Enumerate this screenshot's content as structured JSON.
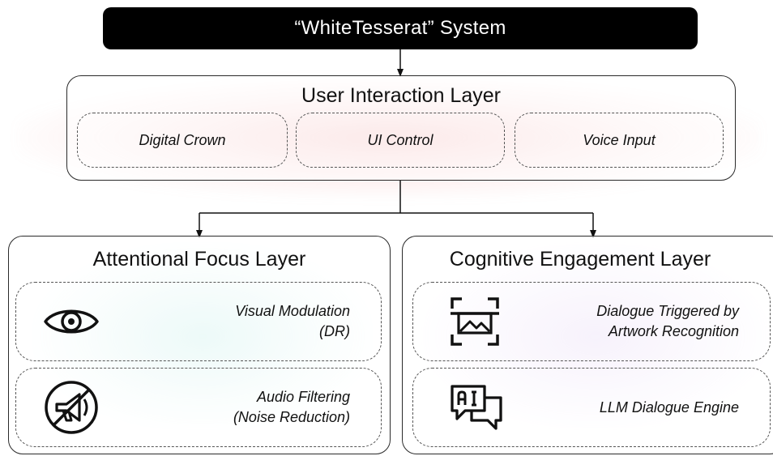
{
  "system_title": "“WhiteTesserat” System",
  "user_layer": {
    "title": "User Interaction Layer",
    "inputs": [
      "Digital Crown",
      "UI Control",
      "Voice Input"
    ]
  },
  "attention_layer": {
    "title": "Attentional Focus Layer",
    "rows": [
      {
        "icon": "eye-icon",
        "line1": "Visual Modulation",
        "line2": "(DR)"
      },
      {
        "icon": "muted-megaphone-icon",
        "line1": "Audio Filtering",
        "line2": "(Noise Reduction)"
      }
    ]
  },
  "cognitive_layer": {
    "title": "Cognitive Engagement Layer",
    "rows": [
      {
        "icon": "image-scan-icon",
        "line1": "Dialogue Triggered by",
        "line2": "Artwork Recognition"
      },
      {
        "icon": "ai-chat-icon",
        "line1": "LLM Dialogue Engine",
        "line2": ""
      }
    ]
  },
  "colors": {
    "title_bg": "#000000",
    "glow_user": "#eb7878",
    "glow_attention": "#78d7cd",
    "glow_cognitive": "#be96e6"
  }
}
